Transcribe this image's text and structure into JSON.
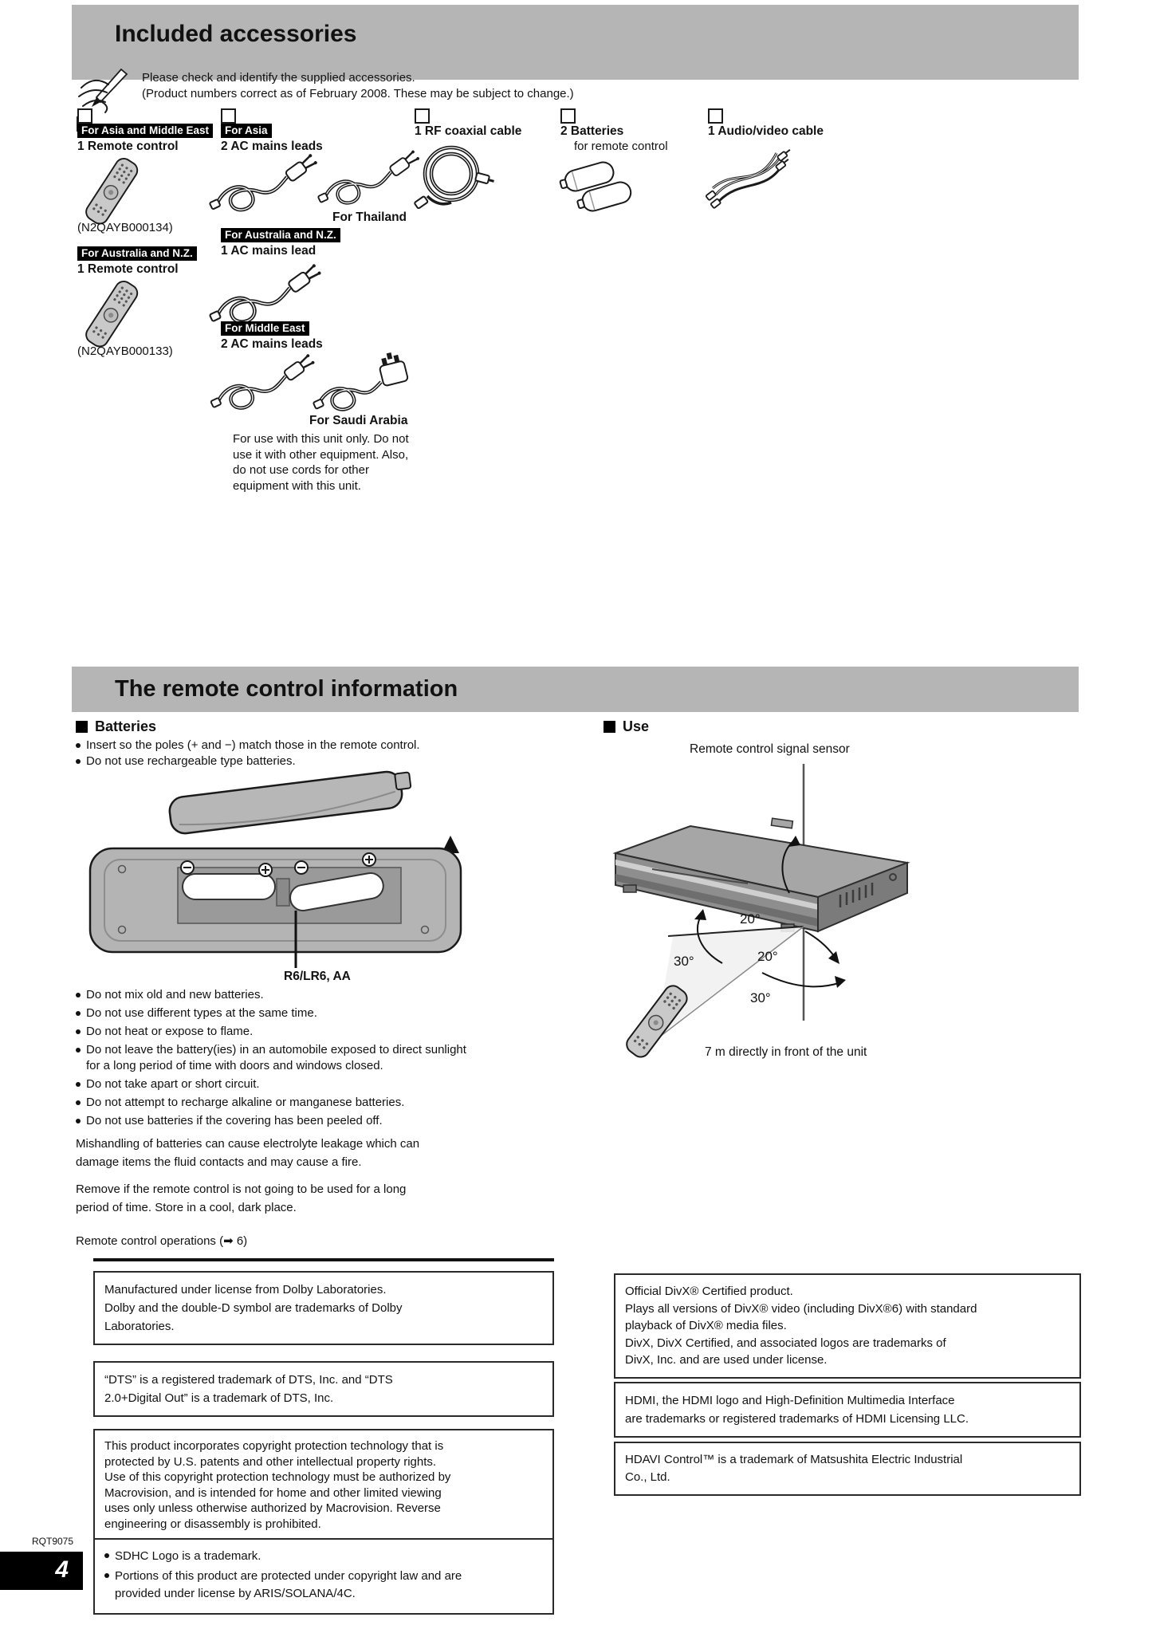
{
  "page": {
    "title1": "Included accessories",
    "title2": "The remote control information"
  },
  "icons": {
    "check": "✓"
  },
  "intro": {
    "line1": "Please check and identify the supplied accessories.",
    "line2": "(Product numbers correct as of February 2008. These may be subject to change.)"
  },
  "accessories": {
    "remote_asia_me": {
      "region": "For Asia and Middle East",
      "name": "1 Remote control",
      "part": "(N2QAYB000134)"
    },
    "remote_aus_nz": {
      "region": "For Australia and N.Z.",
      "name": "1 Remote control",
      "part": "(N2QAYB000133)"
    },
    "ac_asia": {
      "region": "For Asia",
      "name": "2 AC mains leads",
      "caption": "For Thailand"
    },
    "ac_aus_nz": {
      "region": "For Australia and N.Z.",
      "name": "1 AC mains lead"
    },
    "ac_middle_east": {
      "region": "For Middle East",
      "name": "2 AC mains leads",
      "caption": "For Saudi Arabia",
      "note": "For use with this unit only. Do not use it with other equipment. Also, do not use cords for other equipment with this unit."
    },
    "rf_cable": {
      "name": "1 RF coaxial cable"
    },
    "batteries": {
      "name": "2 Batteries",
      "sub": "for remote control"
    },
    "av_cable": {
      "name": "1 Audio/video cable"
    }
  },
  "batteries_section": {
    "heading": "Batteries",
    "notes": [
      "Insert so the poles (+ and −) match those in the remote control.",
      "Do not use rechargeable type batteries."
    ],
    "battery_type": "R6/LR6, AA",
    "cautions": [
      "Do not mix old and new batteries.",
      "Do not use different types at the same time.",
      "Do not heat or expose to flame.",
      "Do not leave the battery(ies) in an automobile exposed to direct sunlight for a long period of time with doors and windows closed.",
      "Do not take apart or short circuit.",
      "Do not attempt to recharge alkaline or manganese batteries.",
      "Do not use batteries if the covering has been peeled off."
    ],
    "warning1": [
      "Mishandling of batteries can cause electrolyte leakage which can",
      "damage items the fluid contacts and may cause a fire."
    ],
    "warning2": [
      "Remove if the remote control is not going to be used for a long",
      "period of time. Store in a cool, dark place."
    ],
    "reference": "Remote control operations (➡ 6)"
  },
  "use_section": {
    "heading": "Use",
    "sensor_label": "Remote control signal sensor",
    "angle_top": "20°",
    "angle_left": "30°",
    "angle_mid": "20°",
    "angle_bottom": "30°",
    "distance_note": "7 m directly in front of the unit"
  },
  "legal": {
    "dolby": [
      "Manufactured under license from Dolby Laboratories.",
      "Dolby and the double-D symbol are trademarks of Dolby",
      "Laboratories."
    ],
    "dts": [
      "“DTS” is a registered trademark of DTS, Inc. and “DTS",
      "2.0+Digital Out” is a trademark of DTS, Inc."
    ],
    "macrovision": [
      "This product incorporates copyright protection technology that is",
      "protected by U.S. patents and other intellectual property rights.",
      "Use of this copyright protection technology must be authorized by",
      "Macrovision, and is intended for home and other limited viewing",
      "uses only unless otherwise authorized by Macrovision. Reverse",
      "engineering or disassembly is prohibited."
    ],
    "sdhc": [
      "SDHC Logo is a trademark.",
      "Portions of this product are protected under copyright law and are provided under license by ARIS/SOLANA/4C."
    ],
    "divx": [
      "Official DivX® Certified product.",
      "Plays all versions of DivX® video (including DivX®6) with standard",
      "playback of DivX® media files.",
      "DivX, DivX Certified, and associated logos are trademarks of",
      "DivX, Inc. and are used under license."
    ],
    "hdmi": [
      "HDMI, the HDMI logo and High-Definition Multimedia Interface",
      "are trademarks or registered trademarks of HDMI Licensing LLC."
    ],
    "hdavi": [
      "HDAVI Control™ is a trademark of Matsushita Electric Industrial",
      "Co., Ltd."
    ]
  },
  "footer": {
    "code": "RQT9075",
    "page_number": "4"
  }
}
